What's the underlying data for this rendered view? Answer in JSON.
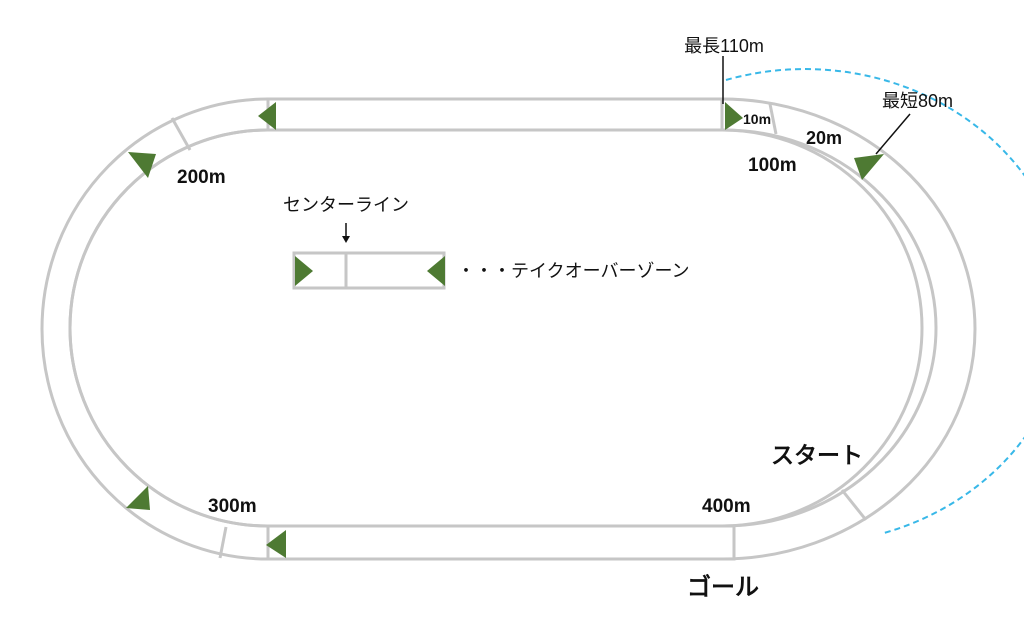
{
  "colors": {
    "track_line": "#c6c6c6",
    "marker": "#4e7a33",
    "green_text": "#4e7a33",
    "start_text": "#6a98c6",
    "goal_text": "#e6b428",
    "dashed_arc": "#38b8e8",
    "text": "#111111"
  },
  "labels": {
    "max_110m": "最長110m",
    "min_80m": "最短80m",
    "d10m": "10m",
    "d20m": "20m",
    "d100m": "100m",
    "d200m": "200m",
    "d300m": "300m",
    "d400m": "400m",
    "center_line": "センターライン",
    "takeover_zone": "・・・テイクオーバーゾーン",
    "start": "スタート",
    "goal": "ゴール"
  },
  "icons": {
    "marker": "triangle-marker-icon",
    "arrow": "down-arrow-icon"
  }
}
